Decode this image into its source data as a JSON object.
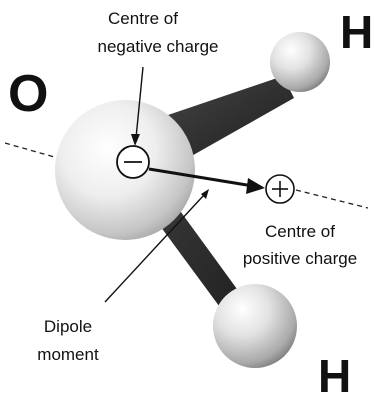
{
  "atoms": {
    "oxygen": "O",
    "hydrogen_top": "H",
    "hydrogen_bottom": "H"
  },
  "labels": {
    "negative_centre": [
      "Centre of",
      "negative charge"
    ],
    "positive_centre": [
      "Centre of",
      "positive charge"
    ],
    "dipole_moment": [
      "Dipole",
      "moment"
    ]
  },
  "symbols": {
    "negative": "minus-sign-icon",
    "positive": "plus-sign-icon"
  }
}
